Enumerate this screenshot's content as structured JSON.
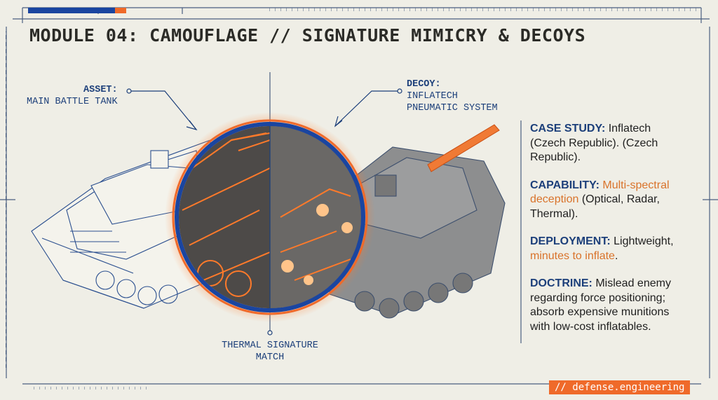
{
  "title": "MODULE 04: CAMOUFLAGE // SIGNATURE MIMICRY & DECOYS",
  "callouts": {
    "asset": {
      "label": "ASSET:",
      "text": "MAIN BATTLE TANK"
    },
    "decoy": {
      "label": "DECOY:",
      "line1": "INFLATECH",
      "line2": "PNEUMATIC SYSTEM"
    },
    "thermal": {
      "line1": "THERMAL SIGNATURE",
      "line2": "MATCH"
    }
  },
  "panel": {
    "case_study": {
      "key": "CASE STUDY:",
      "text": " Inflatech (Czech Republic). (Czech Republic)."
    },
    "capability": {
      "key": "CAPABILITY:",
      "highlight": " Multi-spectral deception",
      "text": " (Optical, Radar, Thermal)."
    },
    "deployment": {
      "key": "DEPLOYMENT:",
      "text": " Lightweight, ",
      "highlight": "minutes to inflate",
      "end": "."
    },
    "doctrine": {
      "key": "DOCTRINE:",
      "text": " Mislead enemy regarding force positioning; absorb expensive munitions with low-cost inflatables."
    }
  },
  "footer": "// defense.engineering",
  "colors": {
    "navy": "#1c3f7a",
    "orange": "#ef6a2a",
    "background": "#efeee6"
  }
}
